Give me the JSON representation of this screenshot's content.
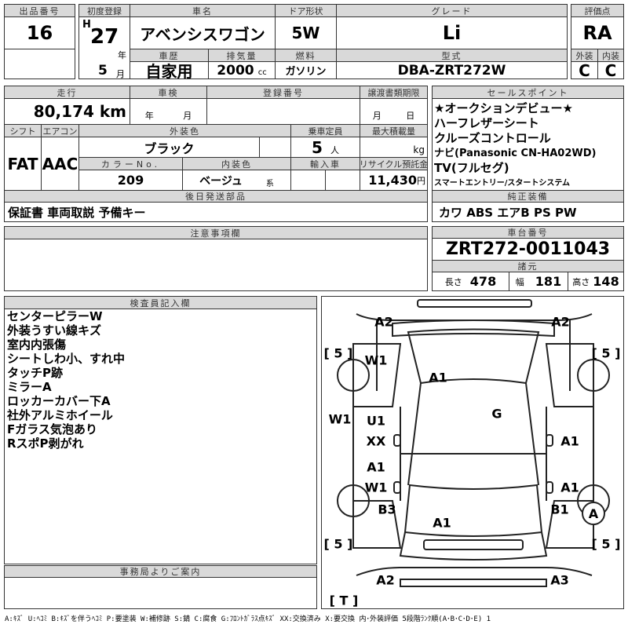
{
  "header": {
    "lot_no_label": "出品番号",
    "lot_no": "16",
    "first_reg_label": "初度登録",
    "era": "H",
    "year": "27",
    "year_unit": "年",
    "month": "5",
    "month_unit": "月",
    "car_name_label": "車名",
    "car_name": "アベンシスワゴン",
    "door_label": "ドア形状",
    "door": "5W",
    "grade_label": "グレード",
    "grade": "Li",
    "history_label": "車歴",
    "history": "自家用",
    "displacement_label": "排気量",
    "displacement": "2000",
    "displacement_unit": "cc",
    "fuel_label": "燃料",
    "fuel": "ガソリン",
    "model_label": "型式",
    "model": "DBA-ZRT272W",
    "score_label": "評価点",
    "score": "RA",
    "exterior_label": "外装",
    "exterior": "C",
    "interior_label": "内装",
    "interior": "C"
  },
  "details": {
    "mileage_label": "走行",
    "mileage": "80,174 km",
    "inspection_label": "車検",
    "inspection_year_unit": "年",
    "inspection_month_unit": "月",
    "reg_no_label": "登録番号",
    "transfer_label": "譲渡書類期限",
    "transfer_month_unit": "月",
    "transfer_day_unit": "日",
    "shift_label": "シフト",
    "shift": "FAT",
    "ac_label": "エアコン",
    "ac": "AAC",
    "color_label": "外装色",
    "color": "ブラック",
    "capacity_label": "乗車定員",
    "capacity": "5",
    "capacity_unit": "人",
    "load_label": "最大積載量",
    "load_unit": "kg",
    "color_no_label": "カラーNo.",
    "color_no": "209",
    "interior_color_label": "内装色",
    "interior_color": "ベージュ",
    "interior_color_suffix": "系",
    "import_label": "輸入車",
    "recycle_label": "リサイクル預託金",
    "recycle": "11,430",
    "recycle_unit": "円",
    "later_parts_label": "後日発送部品",
    "later_parts": "保証書 車両取説 予備キー"
  },
  "sales": {
    "label": "セールスポイント",
    "items": [
      "★オークションデビュー★",
      "ハーフレザーシート",
      "クルーズコントロール",
      "ナビ(Panasonic CN-HA02WD)",
      "TV(フルセグ)",
      "スマートエントリー/スタートシステム"
    ],
    "equipment_label": "純正装備",
    "equipment": "カワ ABS エアB PS PW"
  },
  "chassis": {
    "label": "車台番号",
    "number": "ZRT272-0011043",
    "spec_label": "諸元",
    "length_label": "長さ",
    "length": "478",
    "width_label": "幅",
    "width": "181",
    "height_label": "高さ",
    "height": "148"
  },
  "notes": {
    "label": "注意事項欄"
  },
  "inspector": {
    "label": "検査員記入欄",
    "items": [
      "センターピラーW",
      "外装うすい線キズ",
      "室内内張傷",
      "シートしわ小、すれ中",
      "タッチP跡",
      "ミラーA",
      "ロッカーカバー下A",
      "社外アルミホイール",
      "Fガラス気泡あり",
      "RスポP剥がれ"
    ]
  },
  "office": {
    "label": "事務局よりご案内"
  },
  "diagram": {
    "marks": [
      "A2",
      "A2",
      "[ 5 ]",
      "[ 5 ]",
      "W1",
      "A1",
      "G",
      "W1",
      "U1",
      "XX",
      "A1",
      "A1",
      "W1",
      "A1",
      "B3",
      "B1",
      "A",
      "A1",
      "[ 5 ]",
      "[ 5 ]",
      "A2",
      "A3",
      "[ T ]"
    ]
  },
  "legend": "A:ｷｽﾞ U:ﾍｺﾐ B:ｷｽﾞを伴うﾍｺﾐ P:要塗装 W:補修跡 S:錆 C:腐食 G:ﾌﾛﾝﾄｶﾞﾗｽ点ｷｽﾞ XX:交換済み X:要交換 内･外装評価 5段階ﾗﾝｸ順(A･B･C･D･E) 1"
}
